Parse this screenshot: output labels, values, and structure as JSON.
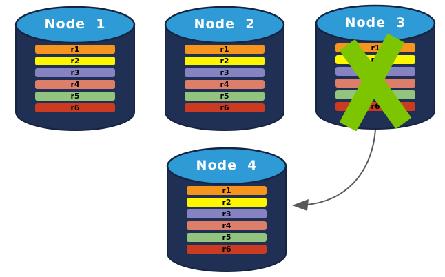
{
  "nodes": [
    {
      "name": "Node  1",
      "records": [
        "r1",
        "r2",
        "r3",
        "r4",
        "r5",
        "r6"
      ]
    },
    {
      "name": "Node  2",
      "records": [
        "r1",
        "r2",
        "r3",
        "r4",
        "r5",
        "r6"
      ]
    },
    {
      "name": "Node  3",
      "records": [
        "r1",
        "r2",
        "r3",
        "r4",
        "r5",
        "r6"
      ],
      "crossed_out": true
    },
    {
      "name": "Node  4",
      "records": [
        "r1",
        "r2",
        "r3",
        "r4",
        "r5",
        "r6"
      ]
    }
  ],
  "record_colors": {
    "r1": "#F7941D",
    "r2": "#FEF500",
    "r3": "#8782C1",
    "r4": "#DD7E6B",
    "r5": "#93C47D",
    "r6": "#CA3B21"
  },
  "colors": {
    "cylinder_body": "#1F3054",
    "cylinder_top": "#2E9BD6",
    "outline": "#152440",
    "failure_x": "#7CC500",
    "arrow": "#595959",
    "title_text": "#FFFFFF",
    "record_text": "#000000"
  }
}
